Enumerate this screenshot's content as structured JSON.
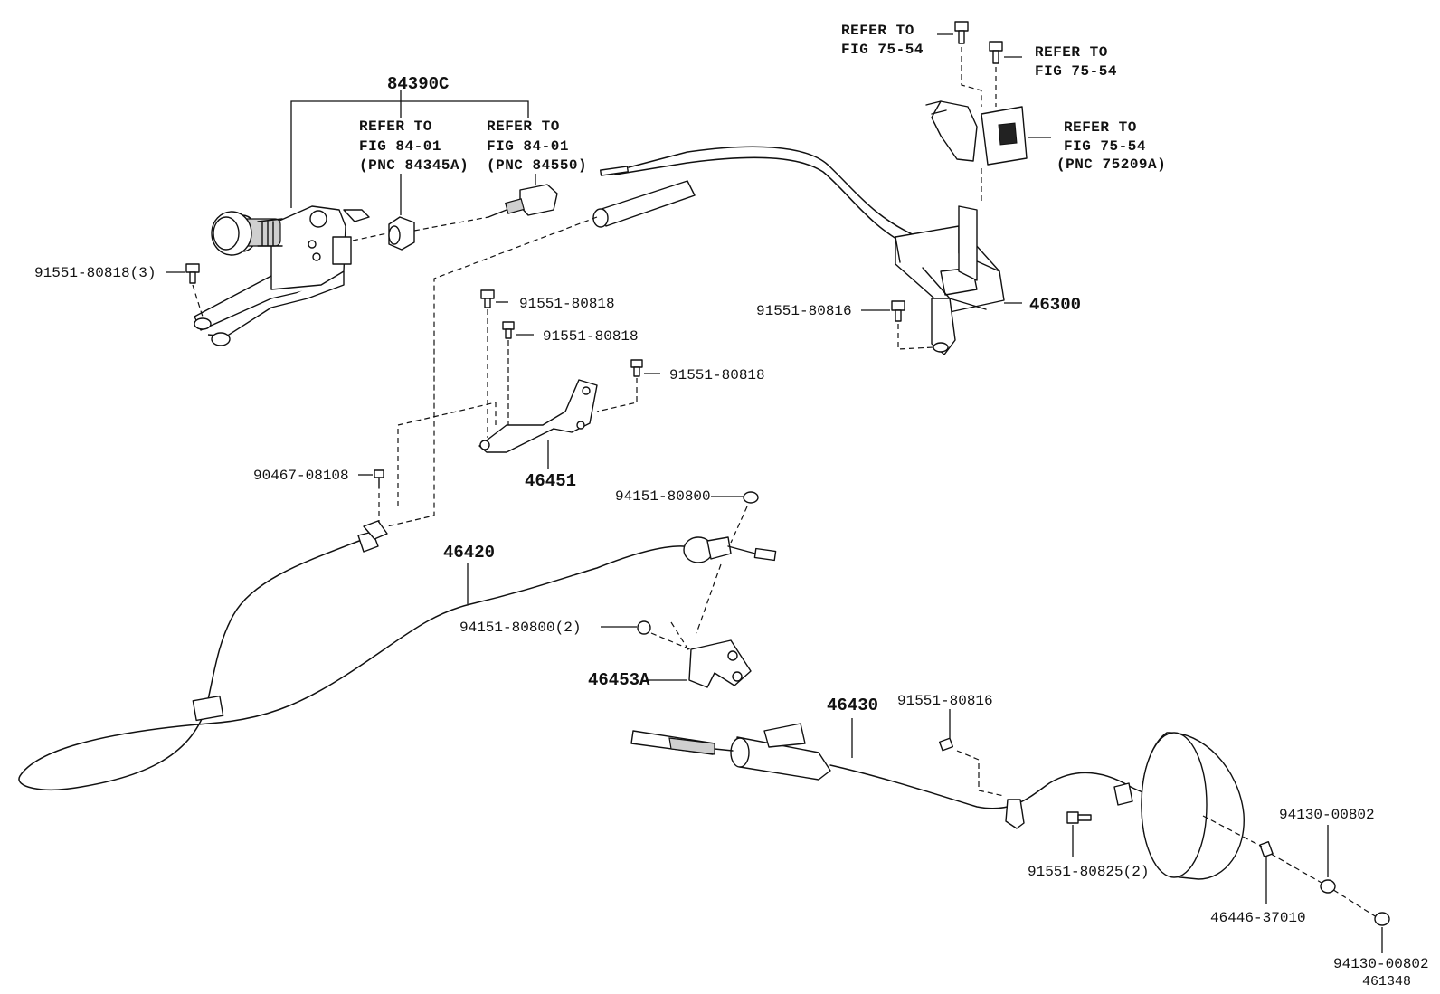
{
  "labels": {
    "assy_84390c": "84390C",
    "refer_a_1": "REFER TO",
    "refer_a_2": "FIG 84-01",
    "refer_a_3": "(PNC 84345A)",
    "refer_b_1": "REFER TO",
    "refer_b_2": "FIG 84-01",
    "refer_b_3": "(PNC 84550)",
    "refer_c_1": "REFER TO",
    "refer_c_2": "FIG 75-54",
    "refer_d_1": "REFER TO",
    "refer_d_2": "FIG 75-54",
    "refer_e_1": "REFER TO",
    "refer_e_2": "FIG 75-54",
    "refer_e_3": "(PNC 75209A)",
    "bolt_91551_80818_3": "91551-80818(3)",
    "bolt_91551_80818_a": "91551-80818",
    "bolt_91551_80818_b": "91551-80818",
    "bolt_91551_80818_c": "91551-80818",
    "bolt_91551_80816_a": "91551-80816",
    "bolt_91551_80816_b": "91551-80816",
    "pnc_46300": "46300",
    "pnc_46451": "46451",
    "clip_90467_08108": "90467-08108",
    "nut_94151_80800": "94151-80800",
    "pnc_46420": "46420",
    "nut_94151_80800_2": "94151-80800(2)",
    "pnc_46453a": "46453A",
    "pnc_46430": "46430",
    "bolt_91551_80825_2": "91551-80825(2)",
    "pin_94130_00802_a": "94130-00802",
    "spacer_46446_37010": "46446-37010",
    "pin_94130_00802_b": "94130-00802",
    "illustration_number": "461348"
  }
}
